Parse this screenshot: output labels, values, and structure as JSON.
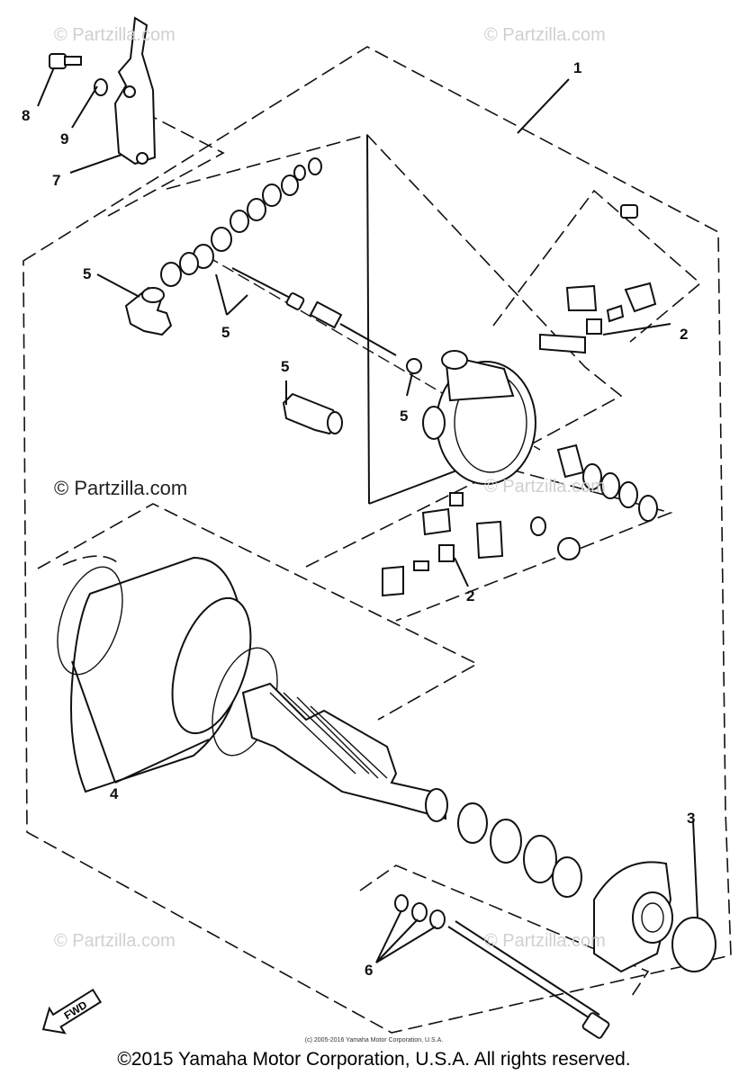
{
  "watermarks": {
    "top_left": "© Partzilla.com",
    "top_right": "© Partzilla.com",
    "middle_left": "© Partzilla.com",
    "middle_right": "© Partzilla.com",
    "bottom_left": "© Partzilla.com",
    "bottom_right": "© Partzilla.com"
  },
  "callouts": {
    "c1": "1",
    "c2a": "2",
    "c2b": "2",
    "c3": "3",
    "c4": "4",
    "c5a": "5",
    "c5b": "5",
    "c5c": "5",
    "c5d": "5",
    "c6": "6",
    "c7": "7",
    "c8": "8",
    "c9": "9"
  },
  "fwd_label": "FWD",
  "small_copyright": "(c) 2005-2016 Yamaha Motor Corporation, U.S.A.",
  "footer_copyright": "©2015 Yamaha Motor Corporation, U.S.A. All rights reserved."
}
